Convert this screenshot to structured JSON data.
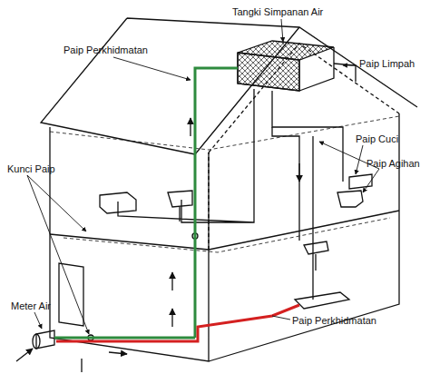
{
  "diagram": {
    "labels": [
      "Paip Perkhidmatan",
      "Tangki Simpanan Air",
      "Paip Limpah",
      "Paip Cuci",
      "Paip Agihan",
      "Kunci Paip",
      "Meter Air",
      "Paip Perkhidmatan"
    ]
  }
}
